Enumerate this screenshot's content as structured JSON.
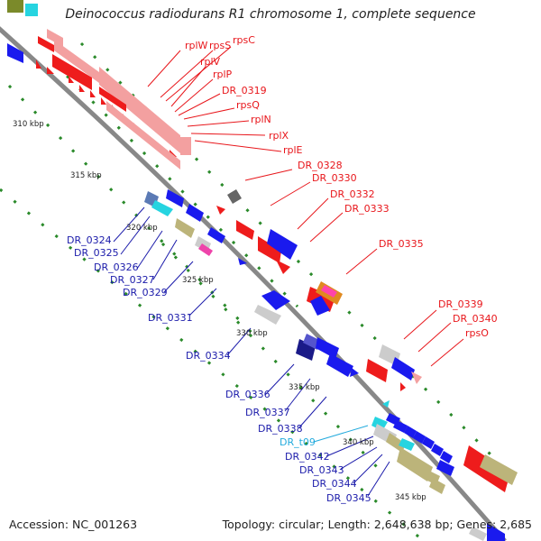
{
  "title": "Deinococcus radiodurans R1 chromosome 1, complete sequence",
  "footer": {
    "accession": "Accession: NC_001263",
    "topology": "Topology: circular; Length: 2,648,638 bp; Genes: 2,685"
  },
  "colors": {
    "backbone": "#888888",
    "red_label": "#e8161b",
    "blue_label": "#1a1aaa",
    "cyan_label": "#22aadd",
    "tick": "#2a8a2a"
  },
  "kbp_ticks": [
    "310 kbp",
    "315 kbp",
    "320 kbp",
    "325 kbp",
    "330 kbp",
    "335 kbp",
    "340 kbp",
    "345 kbp"
  ],
  "red_labels": [
    "rplW",
    "rpsS",
    "rpsC",
    "rplV",
    "rplP",
    "DR_0319",
    "rpsQ",
    "rplN",
    "rplX",
    "rplE",
    "DR_0328",
    "DR_0330",
    "DR_0332",
    "DR_0333",
    "DR_0335",
    "DR_0339",
    "DR_0340",
    "rpsO"
  ],
  "blue_labels": [
    "DR_0324",
    "DR_0325",
    "DR_0326",
    "DR_0327",
    "DR_0329",
    "DR_0331",
    "DR_0334",
    "DR_0336",
    "DR_0337",
    "DR_0338",
    "DR_t09",
    "DR_0342",
    "DR_0343",
    "DR_0344",
    "DR_0345"
  ]
}
